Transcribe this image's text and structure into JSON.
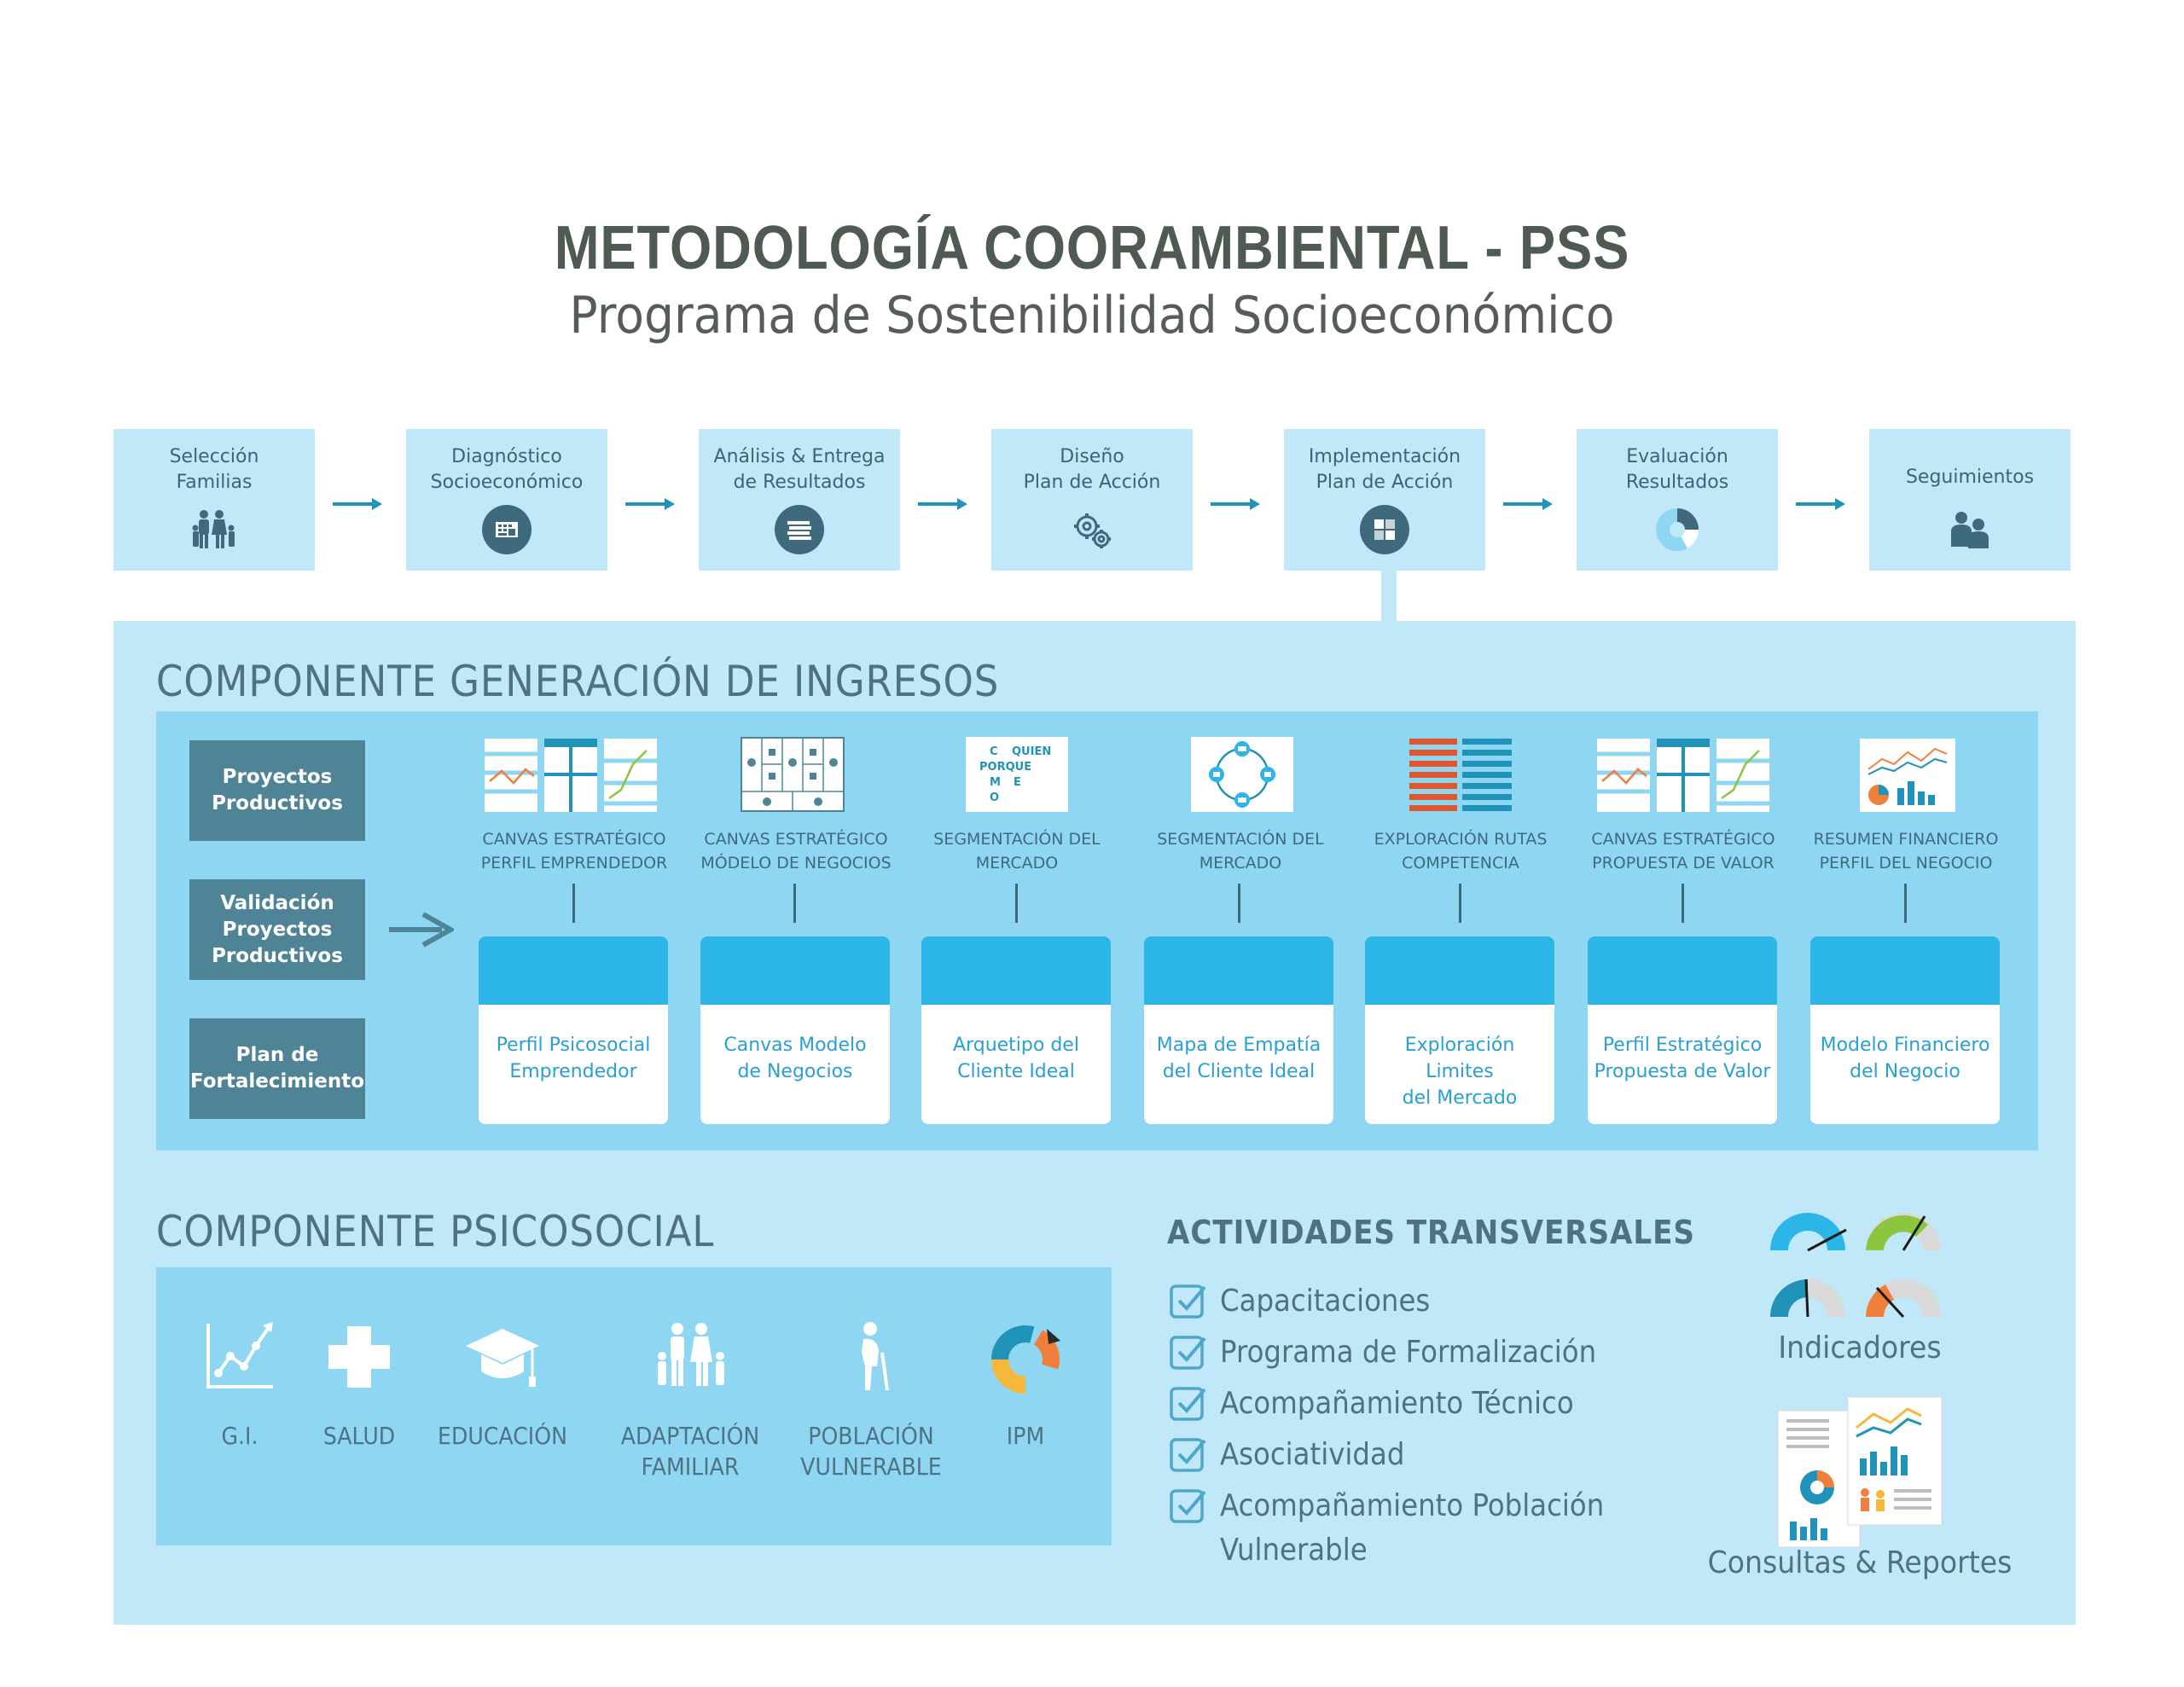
{
  "header": {
    "title": "METODOLOGÍA COORAMBIENTAL - PSS",
    "subtitle": "Programa de Sostenibilidad Socioeconómico"
  },
  "steps": [
    {
      "label": "Selección\nFamilias",
      "icon": "family-icon"
    },
    {
      "label": "Diagnóstico\nSocioeconómico",
      "icon": "calculator-icon"
    },
    {
      "label": "Análisis & Entrega\nde Resultados",
      "icon": "documents-icon"
    },
    {
      "label": "Diseño\nPlan de Acción",
      "icon": "gears-icon"
    },
    {
      "label": "Implementación\nPlan de Acción",
      "icon": "puzzle-icon"
    },
    {
      "label": "Evaluación\nResultados",
      "icon": "pie-chart-icon"
    },
    {
      "label": "Seguimientos",
      "icon": "people-icon"
    }
  ],
  "ingresos": {
    "title": "COMPONENTE GENERACIÓN DE INGRESOS",
    "categories": [
      "Proyectos\nProductivos",
      "Validación\nProyectos\nProductivos",
      "Plan de\nFortalecimiento"
    ],
    "tools": [
      {
        "label": "CANVAS ESTRATÉGICO\nPERFIL EMPRENDEDOR",
        "card": "Perfil Psicosocial\nEmprendedor"
      },
      {
        "label": "CANVAS ESTRATÉGICO\nMÓDELO DE NEGOCIOS",
        "card": "Canvas Modelo\nde Negocios"
      },
      {
        "label": "SEGMENTACIÓN DEL\nMERCADO",
        "card": "Arquetipo del\nCliente Ideal"
      },
      {
        "label": "SEGMENTACIÓN DEL\nMERCADO",
        "card": "Mapa de Empatía\ndel Cliente Ideal"
      },
      {
        "label": "EXPLORACIÓN RUTAS\nCOMPETENCIA",
        "card": "Exploración Limites\ndel Mercado"
      },
      {
        "label": "CANVAS ESTRATÉGICO\nPROPUESTA DE VALOR",
        "card": "Perfil Estratégico\nPropuesta de Valor"
      },
      {
        "label": "RESUMEN FINANCIERO\nPERFIL DEL NEGOCIO",
        "card": "Modelo Financiero\ndel Negocio"
      }
    ],
    "segment_words": {
      "c": "C",
      "quien": "QUIEN",
      "porque": "PORQUE",
      "m": "M",
      "e": "E",
      "o": "O"
    }
  },
  "psicosocial": {
    "title": "COMPONENTE PSICOSOCIAL",
    "items": [
      "G.I.",
      "SALUD",
      "EDUCACIÓN",
      "ADAPTACIÓN\nFAMILIAR",
      "POBLACIÓN\nVULNERABLE",
      "IPM"
    ]
  },
  "transversales": {
    "title": "ACTIVIDADES TRANSVERSALES",
    "items": [
      "Capacitaciones",
      "Programa de Formalización",
      "Acompañamiento Técnico",
      "Asociatividad",
      "Acompañamiento Población\nVulnerable"
    ]
  },
  "side": {
    "indicadores": "Indicadores",
    "consultas": "Consultas & Reportes"
  },
  "colors": {
    "light_panel": "#c1e8f8",
    "mid_panel": "#8fd6f2",
    "dark_box": "#4f8497",
    "card_accent": "#2cb6e8",
    "arrow": "#1f93b8",
    "orange": "#f07f3c",
    "green": "#8cc63f",
    "yellow": "#f6b83a"
  }
}
